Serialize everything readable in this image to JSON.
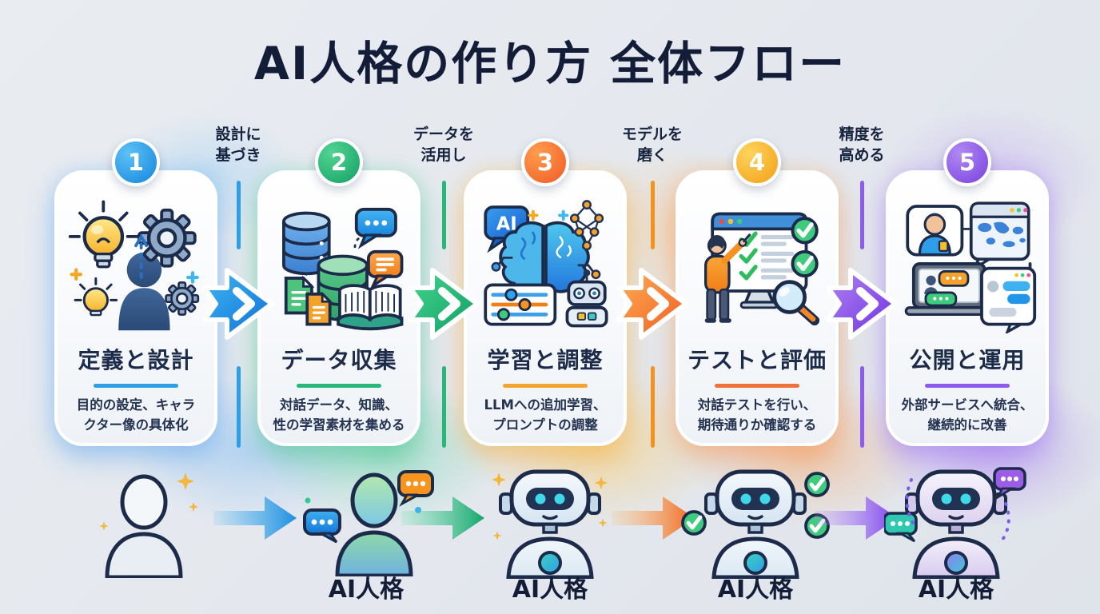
{
  "title": "AI人格の作り方 全体フロー",
  "steps": [
    {
      "number": "1",
      "title": "定義と設計",
      "desc_line1": "目的の設定、キャラ",
      "desc_line2": "クター像の具体化",
      "accent_color": "#2e9fe6",
      "icons": [
        "lightbulb-icon",
        "person-silhouette-icon",
        "gear-icon"
      ]
    },
    {
      "number": "2",
      "title": "データ収集",
      "desc_line1": "対話データ、知識、",
      "desc_line2": "性の学習素材を集める",
      "accent_color": "#27b77b",
      "icons": [
        "database-icon",
        "chat-bubble-icon",
        "document-icon",
        "open-book-icon"
      ]
    },
    {
      "number": "3",
      "title": "学習と調整",
      "desc_line1": "LLMへの追加学習、",
      "desc_line2": "プロンプトの調整",
      "accent_color": "#f2a42e",
      "icon_text": "AI",
      "icons": [
        "ai-chat-bubble-icon",
        "brain-icon",
        "neural-network-icon",
        "sliders-icon",
        "robot-icon"
      ]
    },
    {
      "number": "4",
      "title": "テストと評価",
      "desc_line1": "対話テストを行い、",
      "desc_line2": "期待通りか確認する",
      "accent_color": "#f0703a",
      "icons": [
        "monitor-checklist-icon",
        "tester-person-icon",
        "check-circle-icon",
        "magnifier-icon"
      ]
    },
    {
      "number": "5",
      "title": "公開と運用",
      "desc_line1": "外部サービスへ統合、",
      "desc_line2": "継続的に改善",
      "accent_color": "#8d5bee",
      "icons": [
        "video-call-icon",
        "world-map-browser-icon",
        "laptop-chat-icon",
        "chat-window-icon"
      ]
    }
  ],
  "transitions": [
    {
      "line1": "設計に",
      "line2": "基づき",
      "color": "#2e9fe6"
    },
    {
      "line1": "データを",
      "line2": "活用し",
      "color": "#27b77b"
    },
    {
      "line1": "モデルを",
      "line2": "磨く",
      "color": "#f2921f"
    },
    {
      "line1": "精度を",
      "line2": "高める",
      "color": "#8d5bee"
    }
  ],
  "bottom_row": {
    "figures": [
      "person",
      "person-becoming-ai",
      "ai-robot",
      "ai-robot-validated",
      "ai-robot-chatting"
    ],
    "labels": [
      "AI人格",
      "AI人格",
      "AI人格",
      "AI人格"
    ],
    "arrow_colors": [
      "#2e9fe6",
      "#27b77b",
      "#f2921f",
      "#8d5bee"
    ]
  }
}
